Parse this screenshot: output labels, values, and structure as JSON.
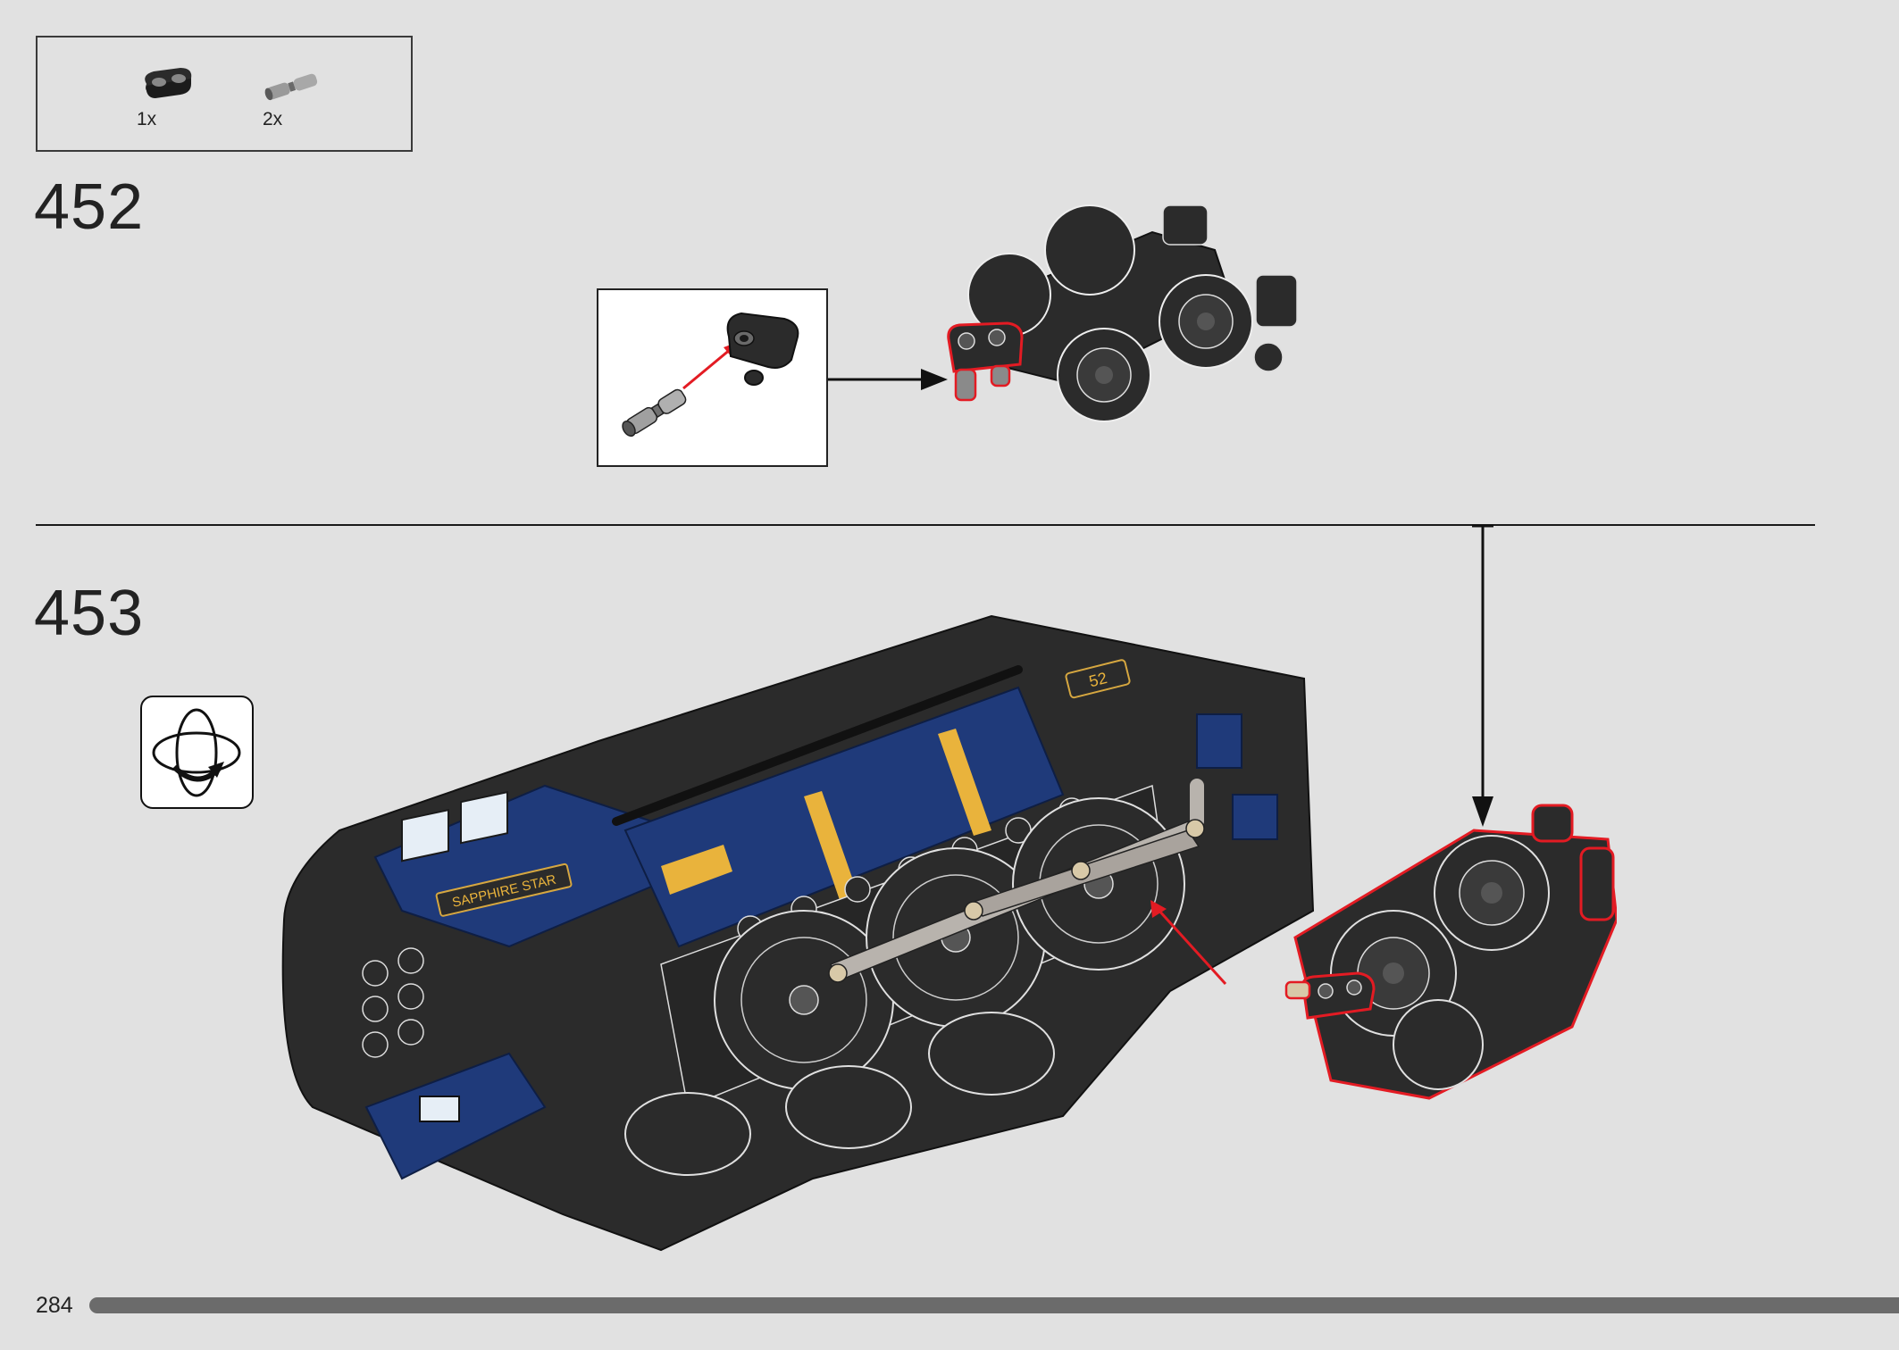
{
  "parts_list": {
    "items": [
      {
        "icon": "technic-beam-2-icon",
        "quantity": "1x"
      },
      {
        "icon": "technic-pin-icon",
        "quantity": "2x"
      }
    ]
  },
  "steps": [
    {
      "number": "452"
    },
    {
      "number": "453"
    }
  ],
  "model": {
    "nameplate": "SAPPHIRE STAR",
    "number_plate": "52"
  },
  "colors": {
    "background": "#e1e1e1",
    "highlight": "#e31b23",
    "body_blue": "#1f3a7a",
    "stripe_yellow": "#e9b33c",
    "part_black": "#2b2b2b",
    "progress": "#6b6b6b"
  },
  "footer": {
    "page_number": "284",
    "progress": 1.0
  }
}
